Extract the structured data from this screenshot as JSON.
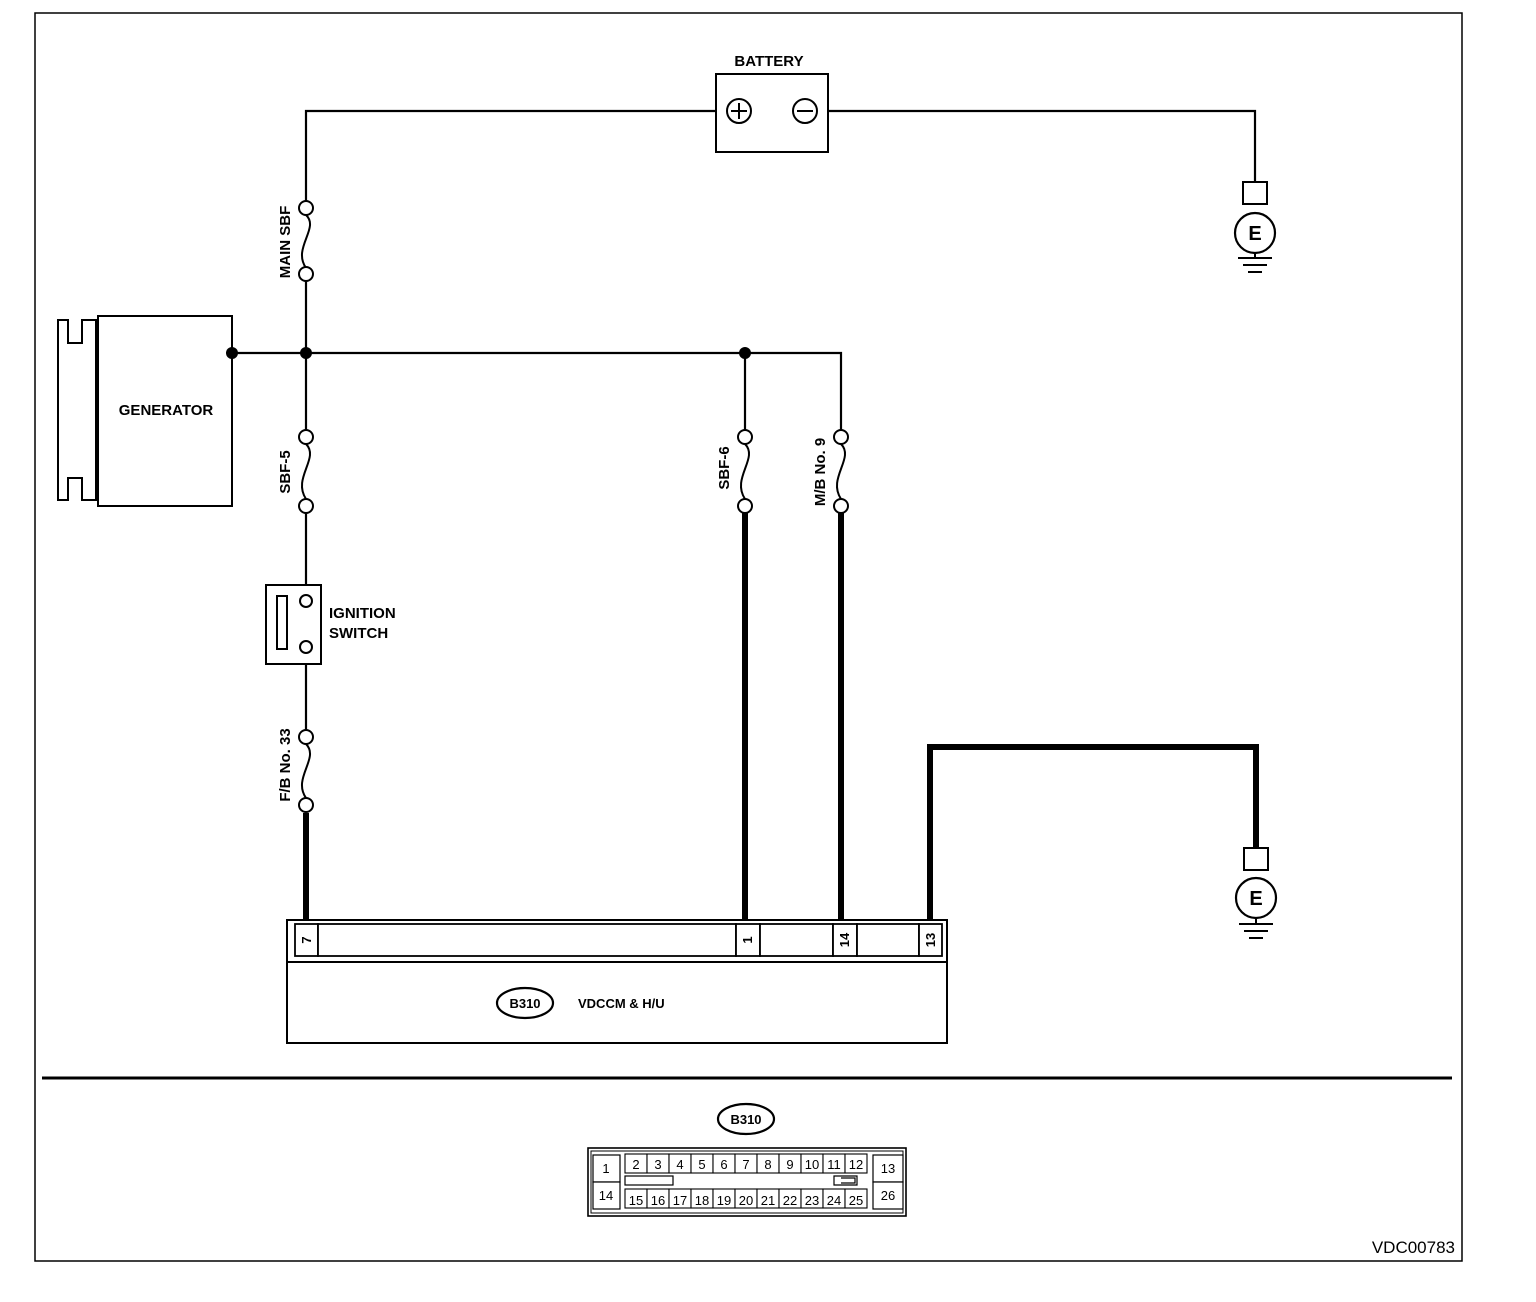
{
  "components": {
    "battery": {
      "label": "BATTERY",
      "pos_symbol": "+",
      "neg_symbol": "−"
    },
    "generator": {
      "label": "GENERATOR"
    },
    "ignition_switch": {
      "line1": "IGNITION",
      "line2": "SWITCH"
    },
    "ground_symbol": "E",
    "control_unit": {
      "connector": "B310",
      "label": "VDCCM & H/U"
    }
  },
  "fuses": {
    "main_sbf": "MAIN SBF",
    "sbf5": "SBF-5",
    "sbf6": "SBF-6",
    "mb9": "M/B No. 9",
    "fb33": "F/B No. 33"
  },
  "terminals": [
    "7",
    "1",
    "14",
    "13"
  ],
  "connector_face": {
    "code": "B310",
    "top_left": "1",
    "bottom_left": "14",
    "top_right": "13",
    "bottom_right": "26",
    "top_row": [
      "2",
      "3",
      "4",
      "5",
      "6",
      "7",
      "8",
      "9",
      "10",
      "11",
      "12"
    ],
    "bottom_row": [
      "15",
      "16",
      "17",
      "18",
      "19",
      "20",
      "21",
      "22",
      "23",
      "24",
      "25"
    ]
  },
  "figure_code": "VDC00783"
}
